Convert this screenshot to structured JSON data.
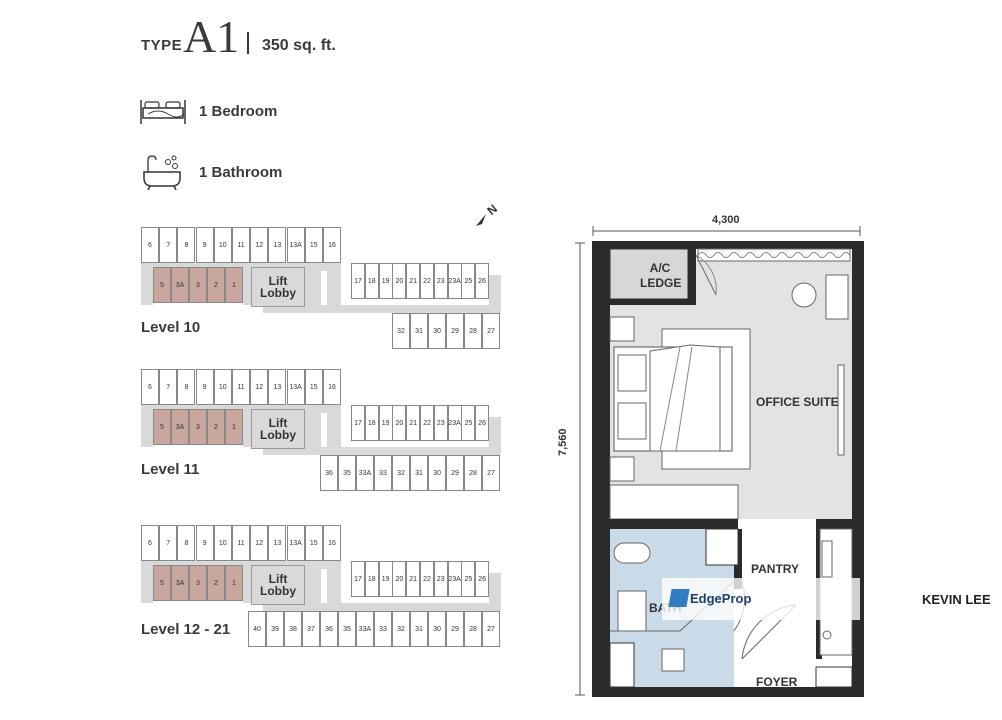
{
  "header": {
    "type_label": "TYPE",
    "type_code": "A1",
    "area": "350 sq. ft."
  },
  "features": {
    "bedroom": "1 Bedroom",
    "bathroom": "1 Bathroom"
  },
  "compass": "N",
  "levels": [
    {
      "label": "Level 10",
      "top_units": [
        "6",
        "7",
        "8",
        "9",
        "10",
        "11",
        "12",
        "13",
        "13A",
        "15",
        "16"
      ],
      "highlight_units": [
        "5",
        "3A",
        "3",
        "2",
        "1"
      ],
      "lobby": "Lift Lobby",
      "mid_units": [
        "17",
        "18",
        "19",
        "20",
        "21",
        "22",
        "23",
        "23A",
        "25",
        "26"
      ],
      "bottom_units": [
        "32",
        "31",
        "30",
        "29",
        "28",
        "27"
      ]
    },
    {
      "label": "Level 11",
      "top_units": [
        "6",
        "7",
        "8",
        "9",
        "10",
        "11",
        "12",
        "13",
        "13A",
        "15",
        "16"
      ],
      "highlight_units": [
        "5",
        "3A",
        "3",
        "2",
        "1"
      ],
      "lobby": "Lift Lobby",
      "mid_units": [
        "17",
        "18",
        "19",
        "20",
        "21",
        "22",
        "23",
        "23A",
        "25",
        "26"
      ],
      "bottom_units": [
        "36",
        "35",
        "33A",
        "33",
        "32",
        "31",
        "30",
        "29",
        "28",
        "27"
      ]
    },
    {
      "label": "Level 12 - 21",
      "top_units": [
        "6",
        "7",
        "8",
        "9",
        "10",
        "11",
        "12",
        "13",
        "13A",
        "15",
        "16"
      ],
      "highlight_units": [
        "5",
        "3A",
        "3",
        "2",
        "1"
      ],
      "lobby": "Lift Lobby",
      "mid_units": [
        "17",
        "18",
        "19",
        "20",
        "21",
        "22",
        "23",
        "23A",
        "25",
        "26"
      ],
      "bottom_units": [
        "40",
        "39",
        "38",
        "37",
        "36",
        "35",
        "33A",
        "33",
        "32",
        "31",
        "30",
        "29",
        "28",
        "27"
      ]
    }
  ],
  "floorplan": {
    "width_dim": "4,300",
    "height_dim": "7,560",
    "rooms": {
      "ac_ledge": "A/C LEDGE",
      "office_suite": "OFFICE SUITE",
      "pantry": "PANTRY",
      "bath": "BATH",
      "foyer": "FOYER"
    }
  },
  "watermark": {
    "brand": "EdgeProp",
    "agent": "KEVIN LEE"
  },
  "colors": {
    "highlight_unit": "#c8a89c",
    "bath_fill": "#c9dbe8",
    "wall": "#2b2b2b",
    "suite_fill": "#e3e3e3"
  }
}
